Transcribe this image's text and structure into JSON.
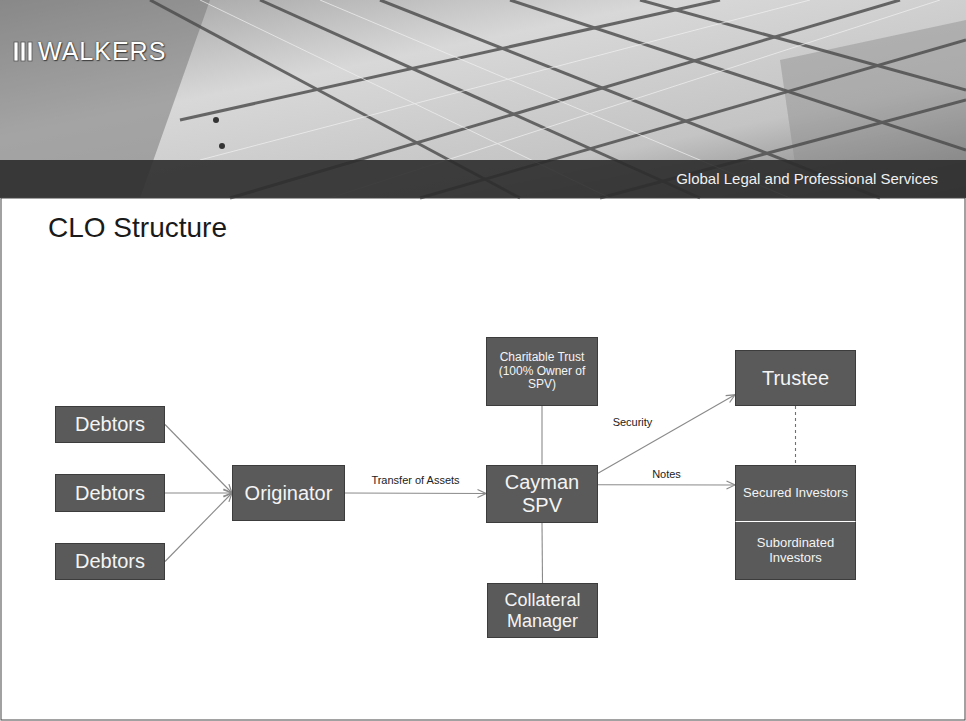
{
  "diagram": {
    "title": "CLO Structure",
    "nodes": [
      {
        "text": [
          "Debtors"
        ]
      },
      {
        "text": [
          "Debtors"
        ]
      },
      {
        "text": [
          "Debtors"
        ]
      },
      {
        "text": [
          "Originator"
        ]
      },
      {
        "text": [
          "Charitable Trust (100% Owner of SPV)"
        ]
      },
      {
        "text": [
          "Cayman SPV"
        ]
      },
      {
        "text": [
          "Collateral Manager"
        ]
      },
      {
        "text": [
          "Trustee"
        ]
      },
      {
        "text": [
          "Secured Investors"
        ]
      },
      {
        "text": [
          "Subordinated Investors"
        ]
      }
    ],
    "edges": [
      {
        "from": 0,
        "to": 3,
        "arrow": "to"
      },
      {
        "from": 1,
        "to": 3,
        "arrow": "to"
      },
      {
        "from": 2,
        "to": 3,
        "arrow": "to"
      },
      {
        "from": 3,
        "to": 5,
        "label": "Transfer of Assets",
        "arrow": "to"
      },
      {
        "from": 4,
        "to": 5,
        "arrow": "none"
      },
      {
        "from": 5,
        "to": 7,
        "label": "Security",
        "arrow": "to"
      },
      {
        "from": 5,
        "to": 8,
        "label": "Notes",
        "arrow": "to"
      },
      {
        "from": 5,
        "to": 6,
        "arrow": "none"
      },
      {
        "from": 7,
        "to": 8,
        "arrow": "none"
      }
    ],
    "labels": [
      "WALKERS",
      "Global Legal and Professional Services"
    ]
  }
}
